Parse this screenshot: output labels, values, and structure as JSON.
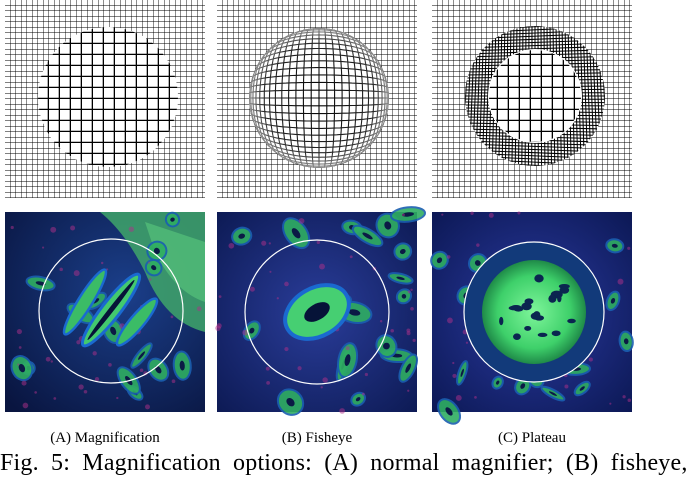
{
  "figure": {
    "panels": [
      {
        "id": "A",
        "label": "(A) Magnification"
      },
      {
        "id": "B",
        "label": "(B) Fisheye"
      },
      {
        "id": "C",
        "label": "(C) Plateau"
      }
    ],
    "caption": "Fig. 5: Magnification options: (A) normal magnifier; (B) fisheye,"
  }
}
